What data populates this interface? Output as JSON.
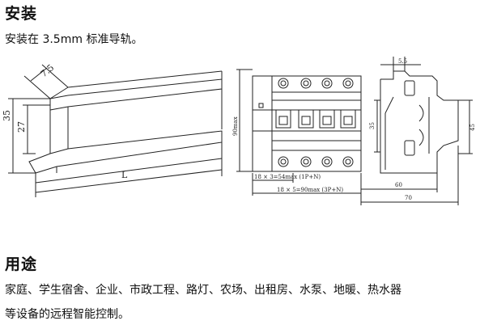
{
  "section_install": {
    "title": "安装",
    "desc": "安装在 3.5mm 标准导轨。"
  },
  "drawing_rail": {
    "dim_width": "7.5",
    "dim_height_outer": "35",
    "dim_height_inner": "27",
    "dim_length": "L"
  },
  "drawing_front": {
    "dim_height": "90max",
    "dim_width_1pn": "18 × 3=54max (1P+N)",
    "dim_width_3pn": "18 × 5=90max (3P+N)"
  },
  "drawing_side": {
    "dim_top": "5.5",
    "dim_left": "35",
    "dim_right": "45",
    "dim_bottom_inner": "60",
    "dim_bottom_outer": "70"
  },
  "section_usage": {
    "title": "用途",
    "line1": "家庭、学生宿舍、企业、市政工程、路灯、农场、出租房、水泵、地暖、热水器",
    "line2": "等设备的远程智能控制。"
  }
}
